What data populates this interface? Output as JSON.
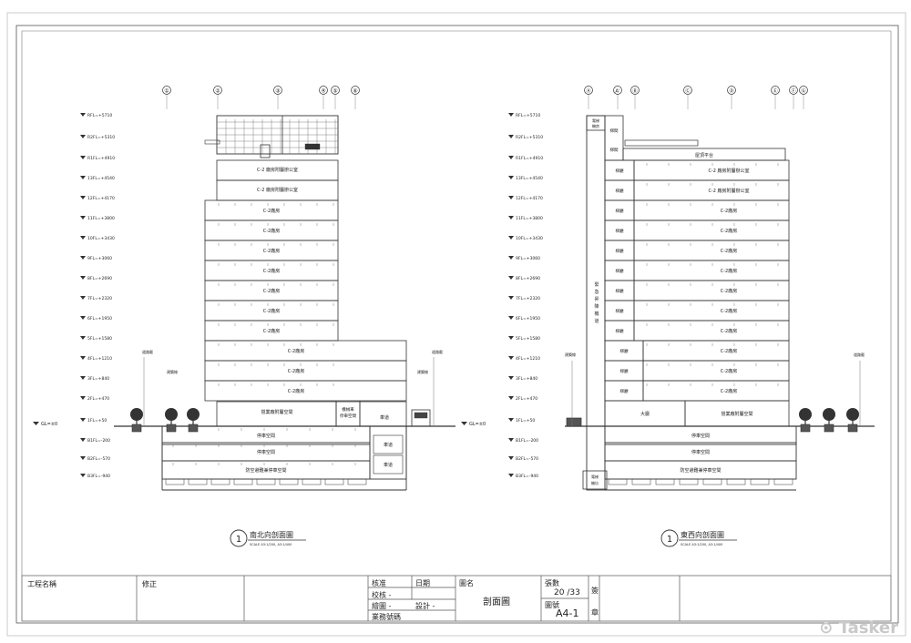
{
  "sections": [
    {
      "grid_labels": [
        "①",
        "②",
        "③",
        "④",
        "⑤",
        "⑥"
      ],
      "levels": [
        "RFL=+5710",
        "R2FL=+5310",
        "R1FL=+4910",
        "13FL=+4540",
        "12FL=+4170",
        "11FL=+3800",
        "10FL=+3430",
        "9FL=+3060",
        "8FL=+2690",
        "7FL=+2320",
        "6FL=+1950",
        "5FL=+1580",
        "4FL=+1210",
        "3FL=+840",
        "2FL=+470",
        "1FL=+50",
        "B1FL=-200",
        "B2FL=-570",
        "B3FL=-940"
      ],
      "ground": "GL=±0",
      "rooms": [
        "C-2 廠房附屬辦公室",
        "C-2 廠房附屬辦公室",
        "C-2廠房",
        "C-2廠房",
        "C-2廠房",
        "C-2廠房",
        "C-2廠房",
        "C-2廠房",
        "C-2廠房",
        "C-2廠房",
        "C-2廠房",
        "C-2廠房"
      ],
      "ground_room": "營業廠附屬空間",
      "ground_side_room": "機械車停車空間",
      "ramp": "車道",
      "basement_rooms": [
        "停車空間",
        "停車空間",
        "防空避難兼停車空間"
      ],
      "basement_side": [
        "車道",
        "車道"
      ],
      "site_labels": [
        "道路截",
        "建築線",
        "建築線",
        "道路截"
      ],
      "title": "南北向剖面圖",
      "scale": "SCALE A3:1/200, A3:1/400",
      "number": "1"
    },
    {
      "grid_labels": [
        "Ⓐ",
        "A'",
        "Ⓑ",
        "Ⓒ",
        "Ⓓ",
        "Ⓔ",
        "Ⓕ",
        "Ⓖ"
      ],
      "levels": [
        "RFL=+5710",
        "R2FL=+5310",
        "R1FL=+4910",
        "13FL=+4540",
        "12FL=+4170",
        "11FL=+3800",
        "10FL=+3430",
        "9FL=+3060",
        "8FL=+2690",
        "7FL=+2320",
        "6FL=+1950",
        "5FL=+1580",
        "4FL=+1210",
        "3FL=+840",
        "2FL=+470",
        "1FL=+50",
        "B1FL=-200",
        "B2FL=-570",
        "B3FL=-940"
      ],
      "ground": "GL=±0",
      "rooms": [
        "C-2 廠房附屬辦公室",
        "C-2 廠房附屬辦公室",
        "C-2廠房",
        "C-2廠房",
        "C-2廠房",
        "C-2廠房",
        "C-2廠房",
        "C-2廠房",
        "C-2廠房",
        "C-2廠房",
        "C-2廠房",
        "C-2廠房"
      ],
      "core_label": "梯廳",
      "roof_label": "屋頂平台",
      "roof_core": [
        "電梯機房",
        "梯間"
      ],
      "vertical_label": "緊急昇降機道",
      "ground_room": "營業廠附屬空間",
      "lobby": "大廳",
      "basement_rooms": [
        "停車空間",
        "停車空間",
        "防空避難兼停車空間"
      ],
      "pit": "電梯機坑",
      "site_labels": [
        "建築線",
        "道路截"
      ],
      "title": "東西向剖面圖",
      "scale": "SCALE A3:1/200, A3:1/400",
      "number": "1"
    }
  ],
  "title_block": {
    "project_label": "工程名稱",
    "revision_label": "修正",
    "approve_label": "核准",
    "date_label": "日期",
    "check_label": "校核 -",
    "draw_label": "繪圖 -",
    "design_label": "設計 -",
    "business_no_label": "業務號碼",
    "drawing_name_label": "圖名",
    "drawing_name": "剖面圖",
    "sheet_label": "張數",
    "sheet_value": "20 /33",
    "drawing_no_label": "圖號",
    "drawing_no": "A4-1",
    "stamp1": "簽",
    "stamp2": "章"
  },
  "watermark": "Tasker"
}
